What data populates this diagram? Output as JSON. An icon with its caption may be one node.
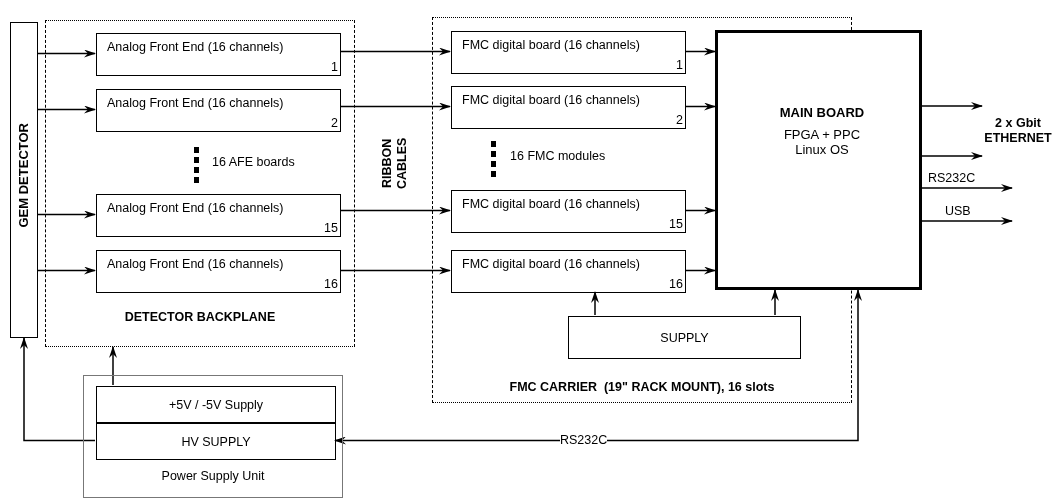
{
  "diagram": {
    "nodes": [
      {
        "text": [
          "GEM DETECTOR"
        ]
      },
      {
        "text": [
          "DETECTOR BACKPLANE"
        ]
      },
      {
        "text": [
          "Analog Front End (16 channels)",
          "1"
        ],
        "in": 1
      },
      {
        "text": [
          "Analog Front End (16 channels)",
          "2"
        ],
        "in": 1
      },
      {
        "text": [
          "Analog Front End (16 channels)",
          "15"
        ],
        "in": 1
      },
      {
        "text": [
          "Analog Front End (16 channels)",
          "16"
        ],
        "in": 1
      },
      {
        "text": [
          "FMC CARRIER  (19\" RACK MOUNT), 16 slots"
        ]
      },
      {
        "text": [
          "FMC digital board (16 channels)",
          "1"
        ],
        "in": 6
      },
      {
        "text": [
          "FMC digital board (16 channels)",
          "2"
        ],
        "in": 6
      },
      {
        "text": [
          "FMC digital board (16 channels)",
          "15"
        ],
        "in": 6
      },
      {
        "text": [
          "FMC digital board (16 channels)",
          "16"
        ],
        "in": 6
      },
      {
        "text": [
          "MAIN BOARD",
          "FPGA + PPC Linux OS"
        ]
      },
      {
        "text": [
          "SUPPLY"
        ],
        "in": 6
      },
      {
        "text": [
          "Power Supply Unit"
        ]
      },
      {
        "text": [
          "+5V / -5V Supply"
        ],
        "in": 13
      },
      {
        "text": [
          "HV SUPPLY"
        ],
        "in": 13
      },
      {
        "text": [
          "2 x Gbit ETHERNET"
        ]
      }
    ],
    "edges": [
      {
        "from": 0,
        "to": 2,
        "arrow": "to"
      },
      {
        "from": 0,
        "to": 3,
        "arrow": "to"
      },
      {
        "from": 0,
        "to": 4,
        "arrow": "to"
      },
      {
        "from": 0,
        "to": 5,
        "arrow": "to"
      },
      {
        "from": 2,
        "to": 7,
        "arrow": "to"
      },
      {
        "from": 3,
        "to": 8,
        "arrow": "to"
      },
      {
        "from": 4,
        "to": 9,
        "arrow": "to"
      },
      {
        "from": 5,
        "to": 10,
        "arrow": "to"
      },
      {
        "from": 7,
        "to": 11,
        "arrow": "to"
      },
      {
        "from": 8,
        "to": 11,
        "arrow": "to"
      },
      {
        "from": 9,
        "to": 11,
        "arrow": "to"
      },
      {
        "from": 10,
        "to": 11,
        "arrow": "to"
      },
      {
        "from": 12,
        "to": 10,
        "arrow": "to"
      },
      {
        "from": 12,
        "to": 11,
        "arrow": "to"
      },
      {
        "from": 14,
        "to": 1,
        "arrow": "to"
      },
      {
        "from": 15,
        "to": 0,
        "arrow": "to"
      },
      {
        "from": 11,
        "to": 15,
        "arrow": "both",
        "label": "RS232C"
      },
      {
        "from": 11,
        "to": 16,
        "arrow": "to"
      },
      {
        "from": 11,
        "to": 16,
        "arrow": "to"
      },
      {
        "from": 11,
        "to": null,
        "arrow": "to",
        "label": "RS232C"
      },
      {
        "from": 11,
        "to": null,
        "arrow": "to",
        "label": "USB"
      }
    ],
    "labels": [
      "16 AFE boards",
      "16 FMC modules",
      "RIBBON CABLES"
    ]
  }
}
